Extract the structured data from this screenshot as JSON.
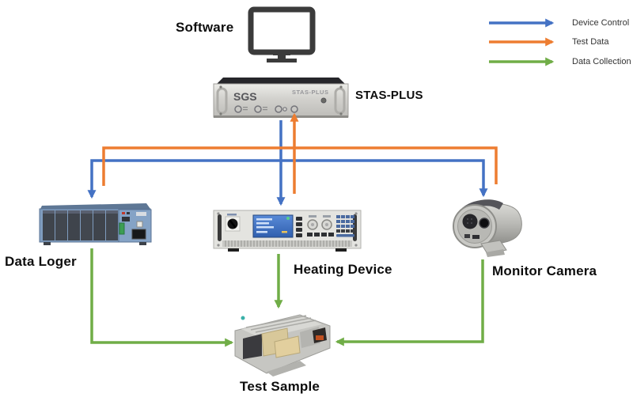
{
  "legend": {
    "items": [
      {
        "id": "device-control",
        "label": "Device Control",
        "color": "#4472C4"
      },
      {
        "id": "test-data",
        "label": "Test Data",
        "color": "#ED7D31"
      },
      {
        "id": "data-collection",
        "label": "Data Collection",
        "color": "#70AD47"
      }
    ]
  },
  "nodes": {
    "software": {
      "label": "Software"
    },
    "stas_plus": {
      "label": "STAS-PLUS",
      "panel_brand": "SGS",
      "panel_model": "STAS-PLUS"
    },
    "data_loger": {
      "label": "Data Loger"
    },
    "heating_device": {
      "label": "Heating Device"
    },
    "monitor_camera": {
      "label": "Monitor Camera"
    },
    "test_sample": {
      "label": "Test Sample"
    }
  },
  "connections": [
    {
      "from": "stas_plus",
      "to": "data_loger",
      "type": "device_control",
      "color": "#4472C4"
    },
    {
      "from": "stas_plus",
      "to": "heating_device",
      "type": "device_control",
      "color": "#4472C4"
    },
    {
      "from": "stas_plus",
      "to": "monitor_camera",
      "type": "device_control",
      "color": "#4472C4"
    },
    {
      "from": "data_loger",
      "to": "stas_plus",
      "type": "test_data",
      "color": "#ED7D31"
    },
    {
      "from": "heating_device",
      "to": "stas_plus",
      "type": "test_data",
      "color": "#ED7D31"
    },
    {
      "from": "monitor_camera",
      "to": "stas_plus",
      "type": "test_data",
      "color": "#ED7D31"
    },
    {
      "from": "data_loger",
      "to": "test_sample",
      "type": "data_collection",
      "color": "#70AD47"
    },
    {
      "from": "heating_device",
      "to": "test_sample",
      "type": "data_collection",
      "color": "#70AD47"
    },
    {
      "from": "monitor_camera",
      "to": "test_sample",
      "type": "data_collection",
      "color": "#70AD47"
    }
  ]
}
